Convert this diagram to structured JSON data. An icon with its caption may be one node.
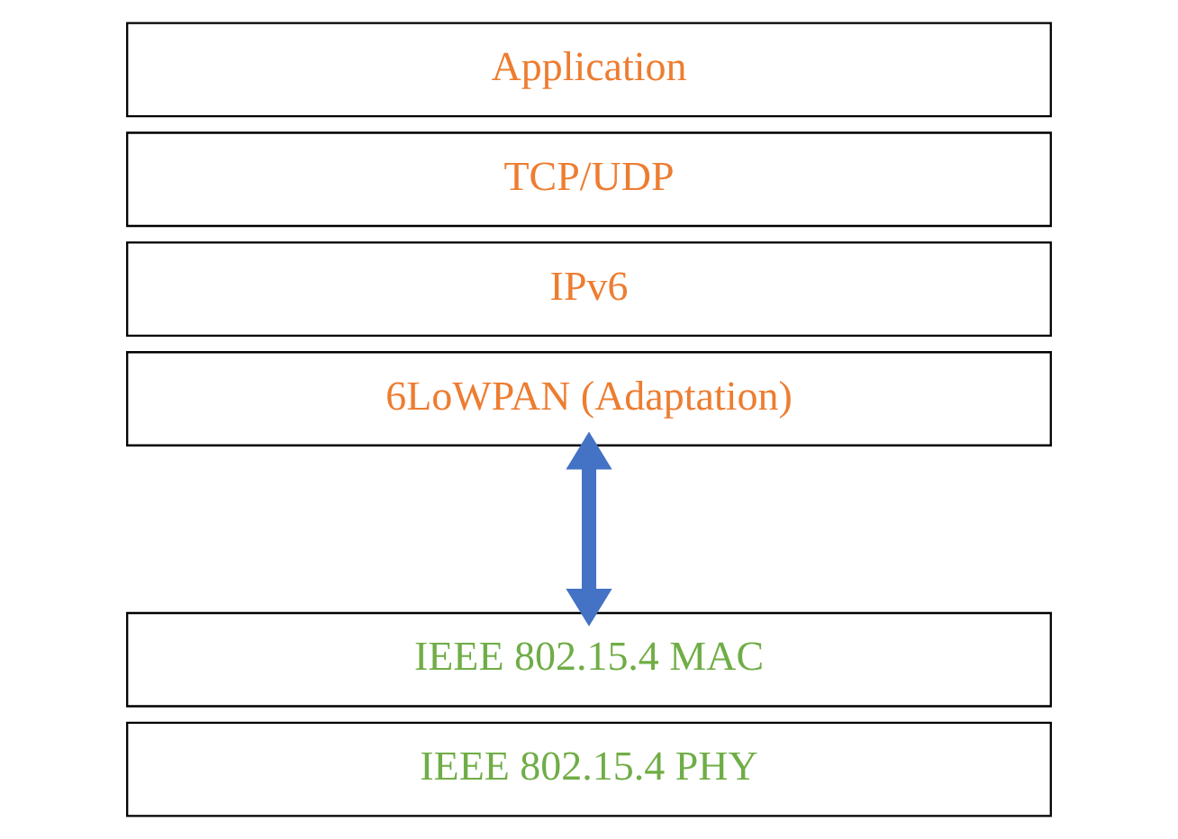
{
  "diagram": {
    "nodes": [
      {
        "text": [
          "Application"
        ]
      },
      {
        "text": [
          "TCP/UDP"
        ]
      },
      {
        "text": [
          "IPv6"
        ]
      },
      {
        "text": [
          "6LoWPAN (Adaptation)"
        ]
      },
      {
        "text": [
          "IEEE 802.15.4 MAC"
        ]
      },
      {
        "text": [
          "IEEE 802.15.4 PHY"
        ]
      }
    ],
    "edges": [
      {
        "from": 3,
        "to": 4,
        "arrow": "both",
        "color": "#4472c4"
      }
    ]
  }
}
